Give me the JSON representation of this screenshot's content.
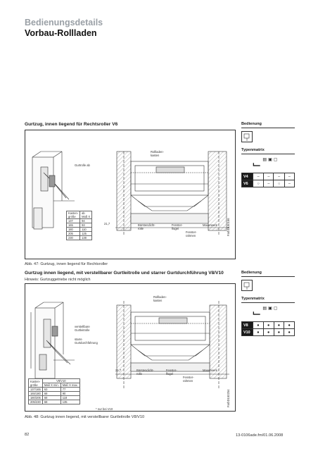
{
  "header": {
    "title": "Bedienungsdetails",
    "subtitle": "Vorbau-Rollladen"
  },
  "section1": {
    "title": "Gurtzug, innen liegend für Rechtsroller V6",
    "side_title": "Bedienung",
    "matrix_title": "Typenmatrix",
    "matrix_rows": [
      {
        "label": "V4",
        "cells": [
          "–",
          "–",
          "–",
          "–"
        ]
      },
      {
        "label": "V6",
        "cells": [
          "○",
          "–",
          "○",
          "–"
        ]
      }
    ],
    "labels": {
      "gurtrolle": "Gurtrolle ab",
      "gurtrolle2": "Kastengröße",
      "rolladenkasten": "Rollladen-\nkasten",
      "buerstendicht": "Bürstendicht-\nrolle",
      "fensterfluegel": "Fenster-\nflügel",
      "fensterrahmen": "Fenster-\nrahmen",
      "mauerwerk": "Mauerwerk",
      "offset": "21,7"
    },
    "dims_table": {
      "headers": [
        "Kasten-\ngröße",
        "ab\nMaß X"
      ],
      "rows": [
        [
          "137",
          "94"
        ],
        [
          "165",
          "93"
        ],
        [
          "180",
          "110"
        ],
        [
          "205",
          "125"
        ],
        [
          "230",
          "138"
        ]
      ]
    },
    "code": "FarbD150166",
    "caption": "Abb. 47: Gurtzug, innen liegend für Rechtsroller"
  },
  "section2": {
    "title": "Gurtzug innen liegend, mit verstellbarer Gurtleitrolle und starrer Gurtdurchführung V8/V10",
    "hint": "Hinweis: Gurtzuggetriebe nicht möglich",
    "side_title": "Bedienung",
    "matrix_title": "Typenmatrix",
    "matrix_rows": [
      {
        "label": "V8",
        "cells": [
          "●",
          "●",
          "●",
          "●"
        ]
      },
      {
        "label": "V10",
        "cells": [
          "●",
          "●",
          "●",
          "●"
        ]
      }
    ],
    "labels": {
      "verstellbare": "verstellbare\nGurtleitrolle",
      "starre": "starre\nGurtdurchführung",
      "rolladenkasten": "Rollladen-\nkasten",
      "buerstendicht": "Bürstendicht-\nrolle",
      "fensterfluegel": "Fenster-\nflügel",
      "fensterrahmen": "Fenster-\nrahmen",
      "mauerwerk": "Mauerwerk",
      "offset": "21,7"
    },
    "dims_table": {
      "headers": [
        "Kasten-\ngröße",
        "Maß X min.",
        "Maß X max."
      ],
      "group_header": "V8/V10",
      "rows": [
        [
          "137/165",
          "63",
          "77"
        ],
        [
          "165/180",
          "68",
          "90"
        ],
        [
          "180/205",
          "68",
          "118"
        ],
        [
          "205/230",
          "68",
          "135"
        ]
      ],
      "note": "* nur bei V10"
    },
    "code": "FarbD150254",
    "caption": "Abb. 48: Gurtzug innen liegend, mit verstellbarer Gurtleitrolle V8/V10"
  },
  "footer": {
    "page": "82",
    "docref": "13-0106ade.fm/01.06.2008"
  }
}
